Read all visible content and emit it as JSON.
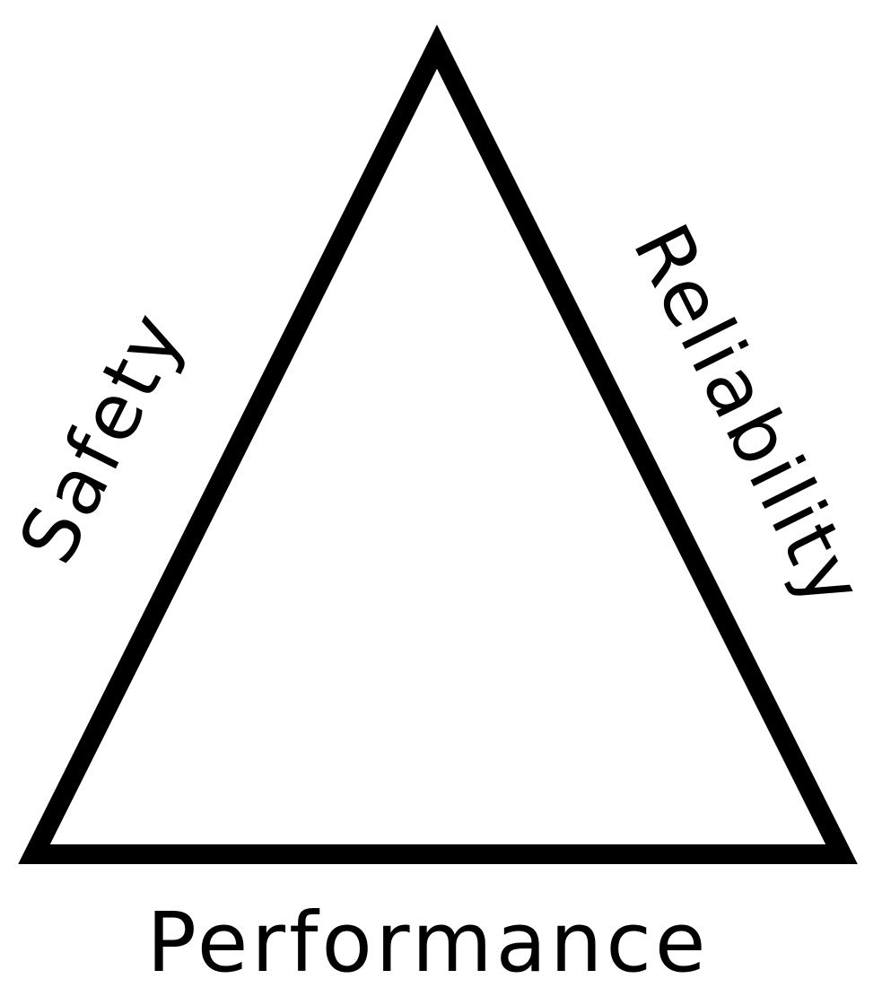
{
  "diagram": {
    "type": "triangle",
    "labels": {
      "left": "Safety",
      "right": "Reliability",
      "bottom": "Performance"
    },
    "colors": {
      "stroke": "#000000",
      "text": "#000000",
      "background": "#ffffff"
    }
  }
}
